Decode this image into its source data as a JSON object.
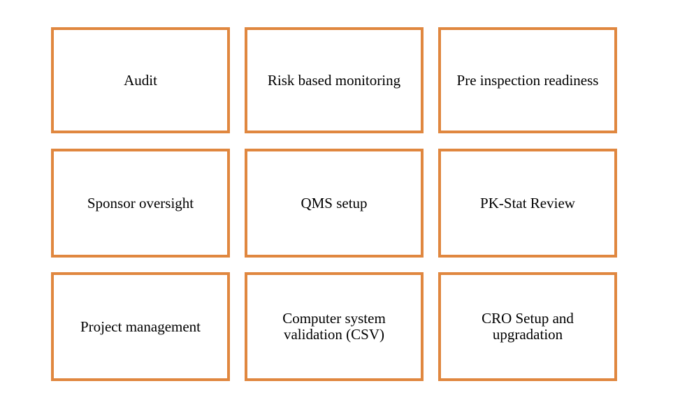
{
  "diagram": {
    "border_color": "#E0873F",
    "boxes": [
      {
        "label": "Audit"
      },
      {
        "label": "Risk based monitoring"
      },
      {
        "label": "Pre inspection readiness"
      },
      {
        "label": "Sponsor oversight"
      },
      {
        "label": "QMS setup"
      },
      {
        "label": "PK-Stat Review"
      },
      {
        "label": "Project management"
      },
      {
        "label": "Computer system validation (CSV)"
      },
      {
        "label": "CRO Setup and upgradation"
      }
    ]
  }
}
